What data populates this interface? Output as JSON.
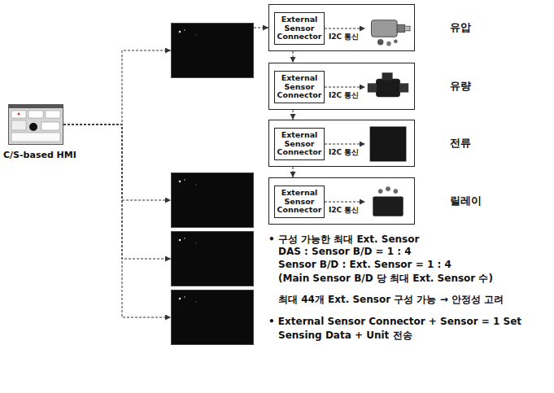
{
  "diagram": {
    "nodes": [
      {
        "text": [
          "C/S-based HMI"
        ]
      },
      {
        "text": []
      },
      {
        "text": []
      },
      {
        "text": []
      },
      {
        "text": []
      },
      {
        "text": [
          "유압"
        ]
      },
      {
        "text": [
          "External Sensor Connector"
        ],
        "in": 5
      },
      {
        "text": [],
        "in": 5
      },
      {
        "text": [
          "유량"
        ]
      },
      {
        "text": [
          "External Sensor Connector"
        ],
        "in": 8
      },
      {
        "text": [],
        "in": 8
      },
      {
        "text": [
          "전류"
        ]
      },
      {
        "text": [
          "External Sensor Connector"
        ],
        "in": 11
      },
      {
        "text": [],
        "in": 11
      },
      {
        "text": [
          "릴레이"
        ]
      },
      {
        "text": [
          "External Sensor Connector"
        ],
        "in": 14
      },
      {
        "text": [],
        "in": 14
      }
    ],
    "edges": [
      {
        "from": 0,
        "to": 1,
        "arrow": "to"
      },
      {
        "from": 0,
        "to": 2,
        "arrow": "to"
      },
      {
        "from": 0,
        "to": 3,
        "arrow": "to"
      },
      {
        "from": 0,
        "to": 4,
        "arrow": "to"
      },
      {
        "from": 1,
        "to": 5,
        "arrow": "to"
      },
      {
        "from": 5,
        "to": 8,
        "arrow": "to"
      },
      {
        "from": 8,
        "to": 11,
        "arrow": "to"
      },
      {
        "from": 11,
        "to": 14,
        "arrow": "to"
      },
      {
        "from": 6,
        "to": 7,
        "label": "I2C 통신",
        "arrow": "to"
      },
      {
        "from": 9,
        "to": 10,
        "label": "I2C 통신",
        "arrow": "to"
      },
      {
        "from": 12,
        "to": 13,
        "label": "I2C 통신",
        "arrow": "to"
      },
      {
        "from": 15,
        "to": 16,
        "label": "I2C 통신",
        "arrow": "to"
      }
    ],
    "labels": [
      "• 구성 가능한 최대 Ext. Sensor",
      "DAS : Sensor B/D = 1 : 4",
      "Sensor B/D : Ext. Sensor = 1 : 4",
      "(Main Sensor B/D 당 최대 Ext. Sensor 수)",
      "최대 44개 Ext. Sensor 구성 가능 → 안정성 고려",
      "• External Sensor Connector + Sensor = 1 Set",
      "Sensing Data + Unit 전송"
    ]
  }
}
